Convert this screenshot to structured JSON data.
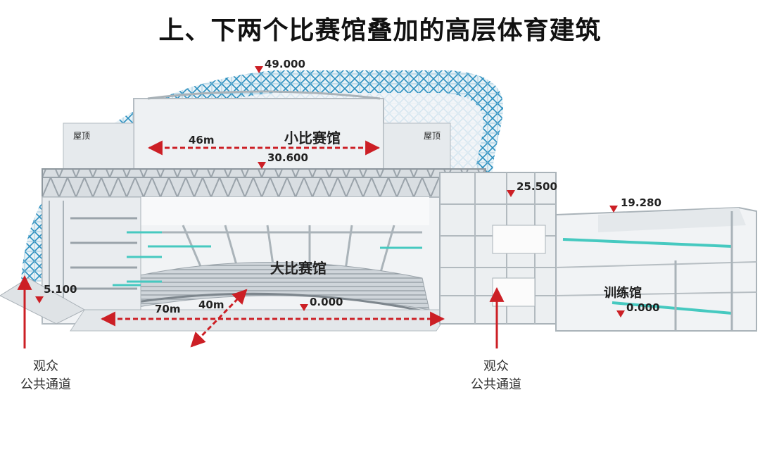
{
  "title": "上、下两个比赛馆叠加的高层体育建筑",
  "colors": {
    "accent_red": "#cc1f25",
    "glass_blue": "#2a8fbf",
    "teal_glass": "#46c9c0"
  },
  "elevations": {
    "top": "49.000",
    "small_hall_floor": "30.600",
    "tower_top": "25.500",
    "training_roof": "19.280",
    "concourse": "5.100",
    "main_floor": "0.000",
    "training_floor": "0.000"
  },
  "halls": {
    "small": "小比赛馆",
    "large": "大比赛馆",
    "training": "训练馆",
    "roof_left": "屋顶",
    "roof_right": "屋顶"
  },
  "dimensions": {
    "small_span": "46m",
    "large_span": "70m",
    "large_depth": "40m"
  },
  "notes": {
    "left": {
      "line1": "观众",
      "line2": "公共通道"
    },
    "right": {
      "line1": "观众",
      "line2": "公共通道"
    }
  }
}
